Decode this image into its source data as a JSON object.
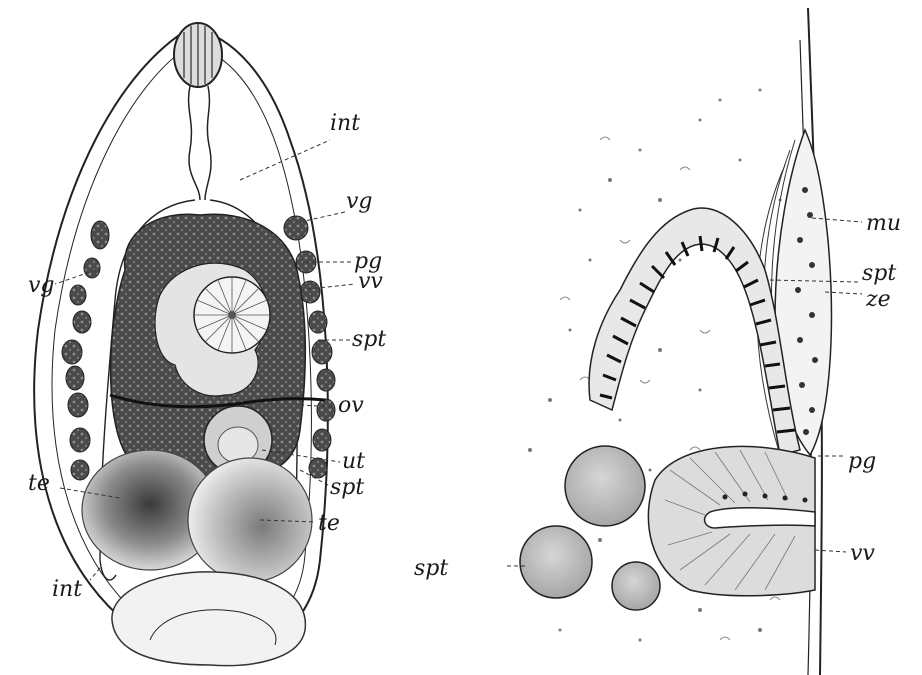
{
  "figure_left": {
    "labels": {
      "int_top": "int",
      "vg_right": "vg",
      "pg": "pg",
      "vv": "vv",
      "spt": "spt",
      "ov": "ov",
      "ut": "ut",
      "spt_lower": "spt",
      "vg_left": "vg",
      "te_left": "te",
      "te_right": "te",
      "int_bottom": "int"
    }
  },
  "figure_right": {
    "labels": {
      "mu": "mu",
      "spt_upper": "spt",
      "ze": "ze",
      "pg": "pg",
      "vv": "vv",
      "spt_left": "spt"
    }
  }
}
